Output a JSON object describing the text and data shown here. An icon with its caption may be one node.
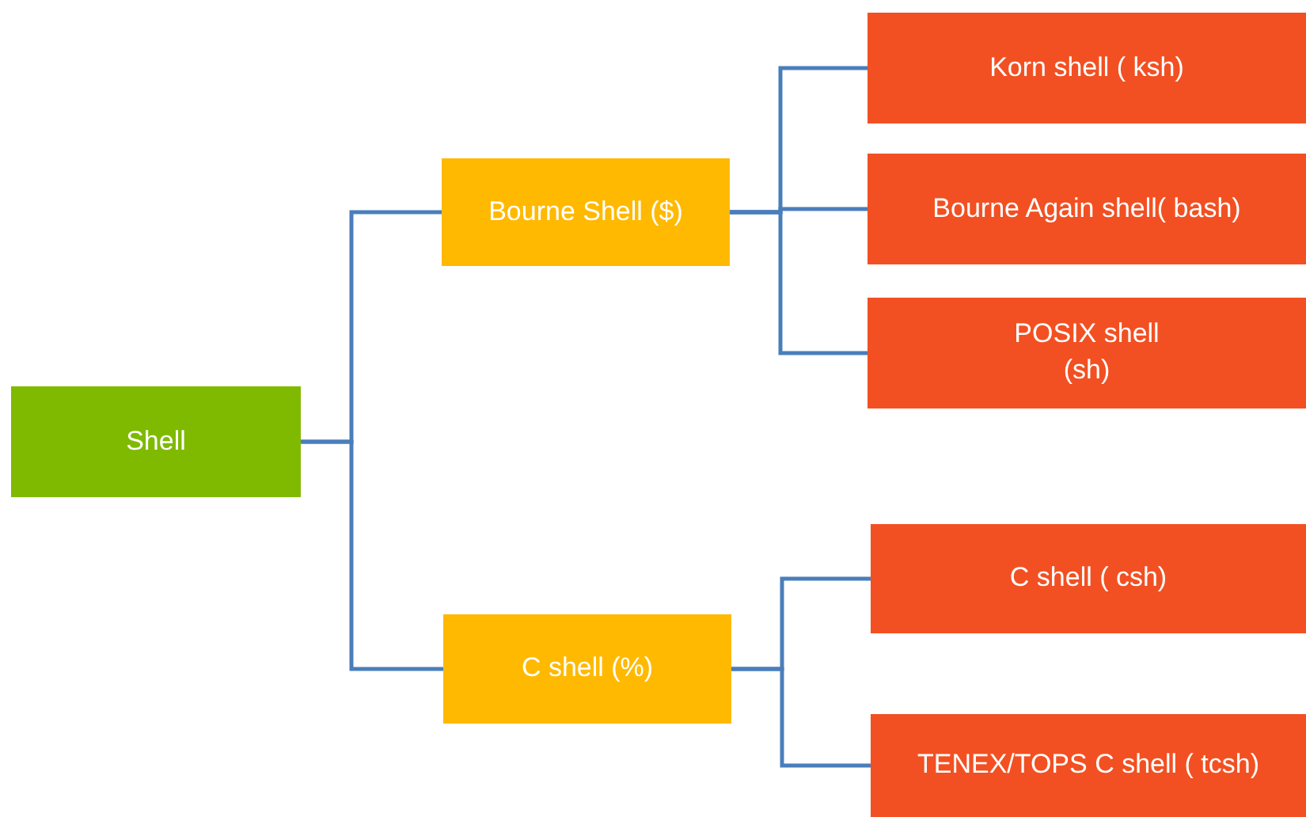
{
  "diagram": {
    "nodes": [
      {
        "text": [
          "Shell"
        ]
      },
      {
        "text": [
          "Bourne Shell ($)"
        ]
      },
      {
        "text": [
          "Korn shell ( ksh)"
        ]
      },
      {
        "text": [
          "Bourne Again shell( bash)"
        ]
      },
      {
        "text": [
          "POSIX shell (sh)"
        ]
      },
      {
        "text": [
          "C shell (%)"
        ]
      },
      {
        "text": [
          "C shell ( csh)"
        ]
      },
      {
        "text": [
          "TENEX/TOPS C shell ( tcsh)"
        ]
      }
    ],
    "edges": [
      {
        "from": 0,
        "to": 1,
        "arrow": "none"
      },
      {
        "from": 0,
        "to": 5,
        "arrow": "none"
      },
      {
        "from": 1,
        "to": 2,
        "arrow": "none"
      },
      {
        "from": 1,
        "to": 3,
        "arrow": "none"
      },
      {
        "from": 1,
        "to": 4,
        "arrow": "none"
      },
      {
        "from": 5,
        "to": 6,
        "arrow": "none"
      },
      {
        "from": 5,
        "to": 7,
        "arrow": "none"
      }
    ]
  }
}
